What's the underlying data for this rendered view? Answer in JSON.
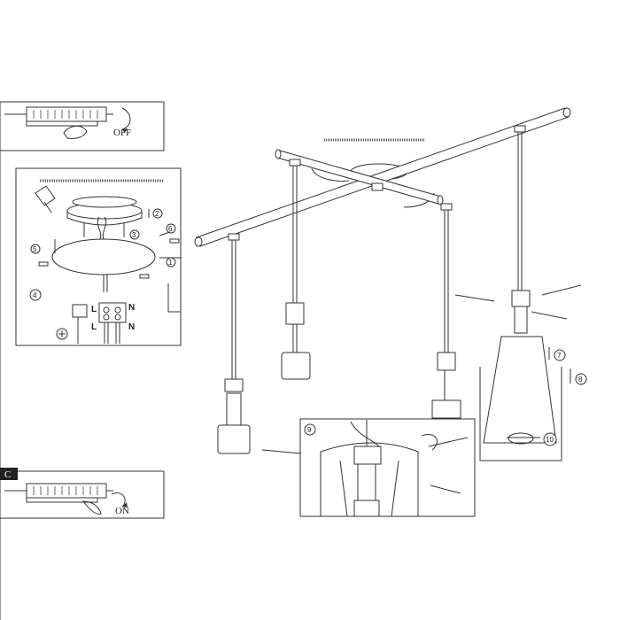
{
  "panels": {
    "off": {
      "state_label": "OFF"
    },
    "on": {
      "corner_letter": "C",
      "state_label": "ON"
    },
    "mount": {
      "step_4": "4",
      "wiring_top": {
        "left": "L",
        "right": "N"
      },
      "wiring_bottom": {
        "left": "L",
        "right": "N"
      },
      "steps": {
        "s2": "2",
        "s3": "3",
        "s5": "5",
        "s6": "6",
        "s1": "1"
      }
    },
    "inset": {
      "step_9": "9"
    }
  },
  "main": {
    "steps": {
      "s7": "7",
      "s8": "8",
      "s10": "10"
    }
  }
}
